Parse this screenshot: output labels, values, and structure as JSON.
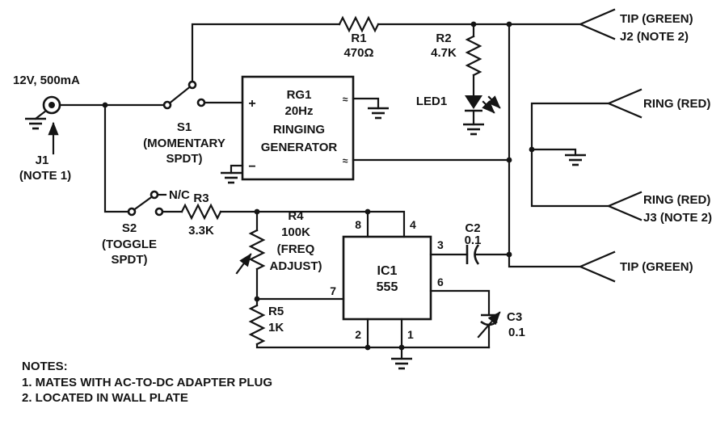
{
  "power": {
    "supply_label": "12V, 500mA",
    "jack_ref": "J1",
    "jack_note": "(NOTE 1)"
  },
  "switch_s1": {
    "ref": "S1",
    "desc1": "(MOMENTARY",
    "desc2": "SPDT)"
  },
  "switch_s2": {
    "ref": "S2",
    "desc1": "(TOGGLE",
    "desc2": "SPDT)",
    "nc_label": "N/C"
  },
  "ring_generator": {
    "ref": "RG1",
    "freq": "20Hz",
    "name1": "RINGING",
    "name2": "GENERATOR",
    "plus": "+",
    "minus": "−",
    "ac_top": "≈",
    "ac_bottom": "≈"
  },
  "r1": {
    "ref": "R1",
    "value": "470Ω"
  },
  "r2": {
    "ref": "R2",
    "value": "4.7K"
  },
  "r3": {
    "ref": "R3",
    "value": "3.3K"
  },
  "r4": {
    "ref": "R4",
    "value": "100K",
    "func1": "(FREQ",
    "func2": "ADJUST)"
  },
  "r5": {
    "ref": "R5",
    "value": "1K"
  },
  "c2": {
    "ref": "C2",
    "value": "0.1"
  },
  "c3": {
    "ref": "C3",
    "value": "0.1"
  },
  "led1": {
    "ref": "LED1"
  },
  "ic1": {
    "ref": "IC1",
    "part": "555",
    "pin1": "1",
    "pin2": "2",
    "pin3": "3",
    "pin4": "4",
    "pin6": "6",
    "pin7": "7",
    "pin8": "8"
  },
  "connectors": {
    "tip_top_line1": "TIP (GREEN)",
    "tip_top_line2": "J2 (NOTE 2)",
    "ring_top": "RING (RED)",
    "ring_bottom_line1": "RING (RED)",
    "ring_bottom_line2": "J3 (NOTE 2)",
    "tip_bottom": "TIP (GREEN)"
  },
  "notes": {
    "header": "NOTES:",
    "item1": "1. MATES WITH AC-TO-DC ADAPTER PLUG",
    "item2": "2. LOCATED IN WALL PLATE"
  }
}
